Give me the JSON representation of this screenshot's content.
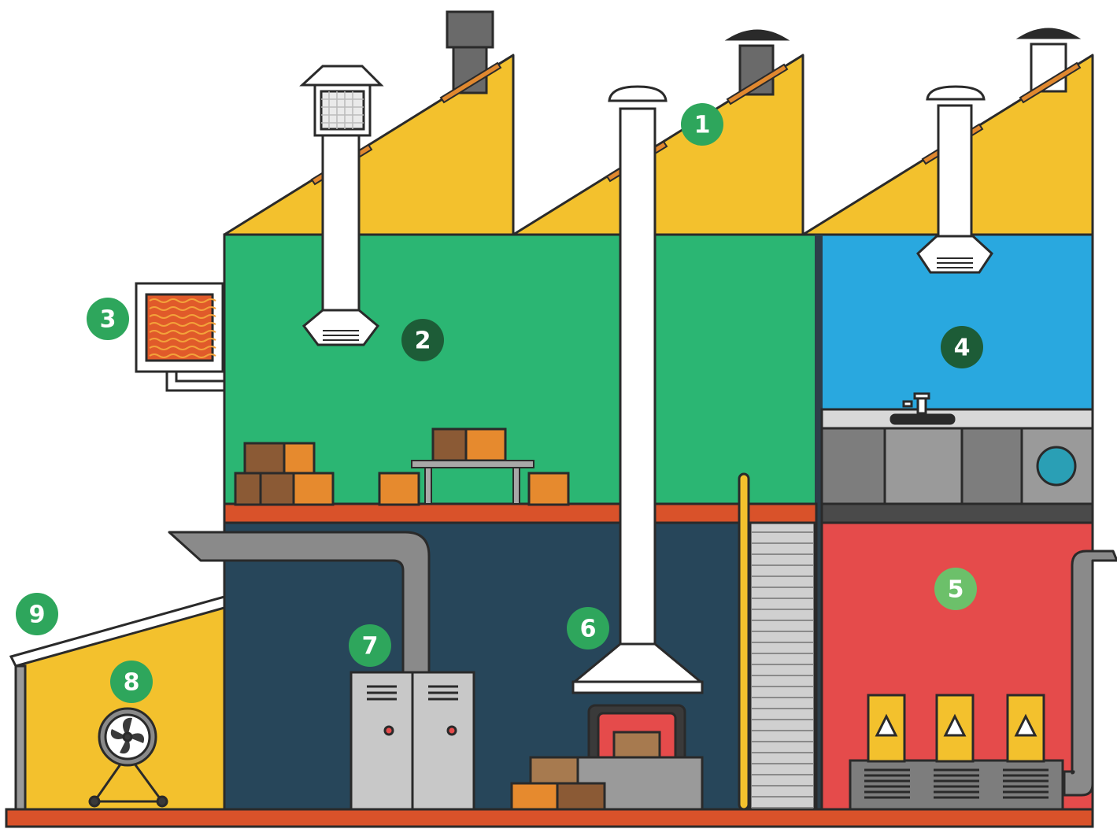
{
  "markers": [
    {
      "label": "1",
      "color": "#2ea65c"
    },
    {
      "label": "2",
      "color": "#1d5c37"
    },
    {
      "label": "3",
      "color": "#2ea65c"
    },
    {
      "label": "4",
      "color": "#1d5c37"
    },
    {
      "label": "5",
      "color": "#6cc06a"
    },
    {
      "label": "6",
      "color": "#2ea65c"
    },
    {
      "label": "7",
      "color": "#2ea65c"
    },
    {
      "label": "8",
      "color": "#2ea65c"
    },
    {
      "label": "9",
      "color": "#2ea65c"
    }
  ],
  "colors": {
    "roof": "#f3c12d",
    "upper_left_room": "#2bb673",
    "upper_right_room": "#29a8df",
    "lower_left_room": "#27465a",
    "lower_right_room": "#e54b4b",
    "floor": "#d9522a",
    "outline": "#2a2a2a",
    "duct": "#ffffff",
    "pipe": "#8a8a8a"
  }
}
